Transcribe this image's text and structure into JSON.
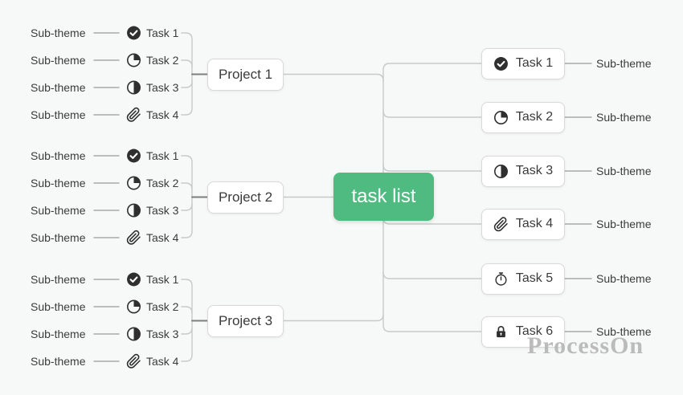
{
  "center_node": {
    "label": "task list"
  },
  "watermark": "ProcessOn",
  "left_groups": [
    {
      "project": {
        "label": "Project 1"
      },
      "tasks": [
        {
          "label": "Task 1",
          "icon": "progress-done-icon",
          "subtheme": "Sub-theme"
        },
        {
          "label": "Task 2",
          "icon": "progress-25-icon",
          "subtheme": "Sub-theme"
        },
        {
          "label": "Task 3",
          "icon": "progress-50-icon",
          "subtheme": "Sub-theme"
        },
        {
          "label": "Task 4",
          "icon": "paperclip-icon",
          "subtheme": "Sub-theme"
        }
      ]
    },
    {
      "project": {
        "label": "Project 2"
      },
      "tasks": [
        {
          "label": "Task 1",
          "icon": "progress-done-icon",
          "subtheme": "Sub-theme"
        },
        {
          "label": "Task 2",
          "icon": "progress-25-icon",
          "subtheme": "Sub-theme"
        },
        {
          "label": "Task 3",
          "icon": "progress-50-icon",
          "subtheme": "Sub-theme"
        },
        {
          "label": "Task 4",
          "icon": "paperclip-icon",
          "subtheme": "Sub-theme"
        }
      ]
    },
    {
      "project": {
        "label": "Project 3"
      },
      "tasks": [
        {
          "label": "Task 1",
          "icon": "progress-done-icon",
          "subtheme": "Sub-theme"
        },
        {
          "label": "Task 2",
          "icon": "progress-25-icon",
          "subtheme": "Sub-theme"
        },
        {
          "label": "Task 3",
          "icon": "progress-50-icon",
          "subtheme": "Sub-theme"
        },
        {
          "label": "Task 4",
          "icon": "paperclip-icon",
          "subtheme": "Sub-theme"
        }
      ]
    }
  ],
  "right_branches": [
    {
      "label": "Task 1",
      "icon": "progress-done-icon",
      "subtheme": "Sub-theme"
    },
    {
      "label": "Task 2",
      "icon": "progress-25-icon",
      "subtheme": "Sub-theme"
    },
    {
      "label": "Task 3",
      "icon": "progress-50-icon",
      "subtheme": "Sub-theme"
    },
    {
      "label": "Task 4",
      "icon": "paperclip-icon",
      "subtheme": "Sub-theme"
    },
    {
      "label": "Task 5",
      "icon": "stopwatch-icon",
      "subtheme": "Sub-theme"
    },
    {
      "label": "Task 6",
      "icon": "lock-icon",
      "subtheme": "Sub-theme"
    }
  ],
  "colors": {
    "canvas_bg": "#f7f8f8",
    "center_bg": "#4fbb80",
    "center_text": "#ffffff",
    "connector": "#c9c9c9",
    "leaf_line": "#a9a9a9",
    "project_stub": "#7e7e7e",
    "box_border": "#d9d9d9",
    "box_bg": "#ffffff",
    "text": "#3b3b3b",
    "icon": "#2f2f2f",
    "watermark": "#b5b5b5"
  }
}
